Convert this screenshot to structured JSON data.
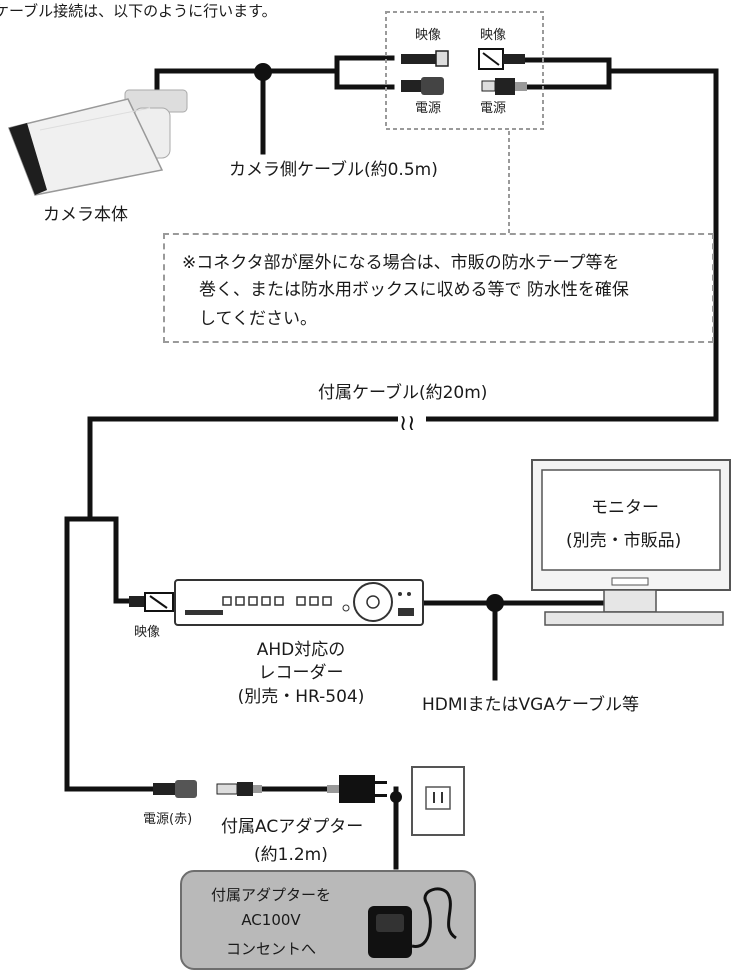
{
  "header": {
    "intro_text": "ケーブル接続は、以下のように行います。"
  },
  "camera": {
    "label": "カメラ本体",
    "cable_label": "カメラ側ケーブル(約0.5m)"
  },
  "connectors_top": {
    "video_left": "映像",
    "video_right": "映像",
    "power_left": "電源",
    "power_right": "電源"
  },
  "note": {
    "line1": "※コネクタ部が屋外になる場合は、市販の防水テープ等を",
    "line2": "巻く、または防水用ボックスに収める等で 防水性を確保",
    "line3": "してください。"
  },
  "main_cable": {
    "label": "付属ケーブル(約20m)"
  },
  "monitor": {
    "line1": "モニター",
    "line2": "(別売・市販品)"
  },
  "recorder": {
    "video_label": "映像",
    "line1": "AHD対応の",
    "line2": "レコーダー",
    "line3": "(別売・HR-504)"
  },
  "hdmi": {
    "label": "HDMIまたはVGAケーブル等"
  },
  "power": {
    "label": "電源(赤)",
    "adapter_line1": "付属ACアダプター",
    "adapter_line2": "(約1.2m)"
  },
  "callout": {
    "line1": "付属アダプターを",
    "line2": "AC100V",
    "line3": "コンセントへ"
  },
  "colors": {
    "cable": "#111111",
    "dash": "#9a9a9a",
    "callout_bg": "#b9b9b9"
  }
}
